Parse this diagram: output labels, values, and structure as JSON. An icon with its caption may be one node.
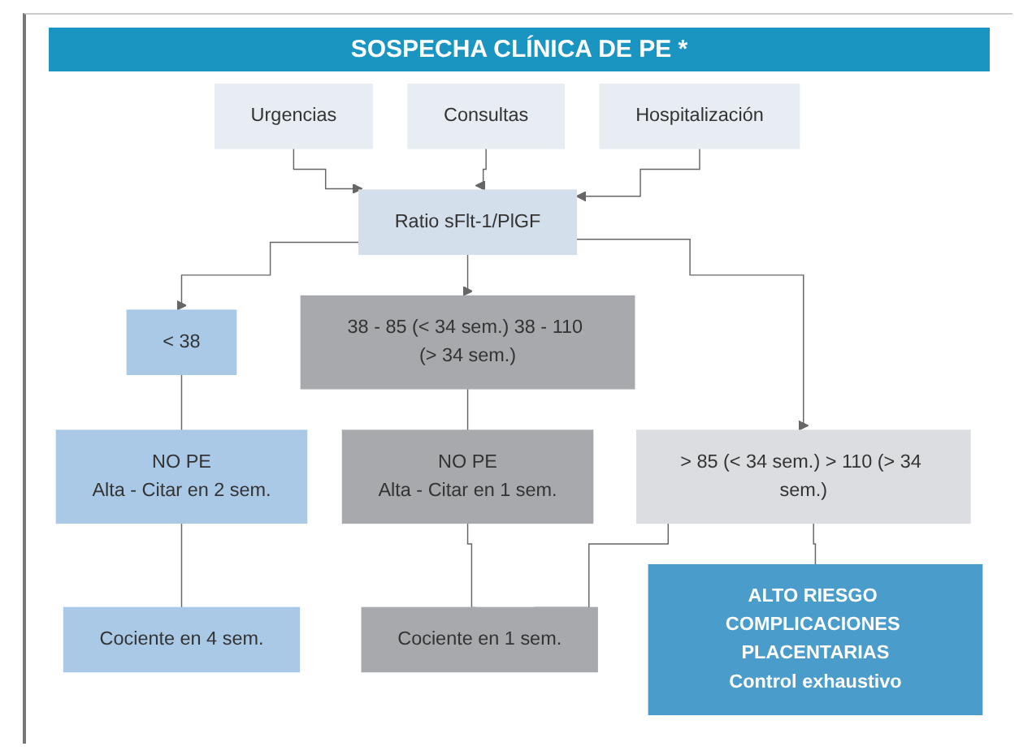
{
  "diagram": {
    "title": "SOSPECHA CLÍNICA DE PE *",
    "nodes": [
      {
        "text": [
          "Urgencias"
        ]
      },
      {
        "text": [
          "Consultas"
        ]
      },
      {
        "text": [
          "Hospitalización"
        ]
      },
      {
        "text": [
          "Ratio sFlt-1/PlGF"
        ]
      },
      {
        "text": [
          "< 38"
        ]
      },
      {
        "text": [
          "38 - 85 (< 34 sem.) 38 - 110 (> 34 sem.)"
        ]
      },
      {
        "text": [
          "> 85 (< 34 sem.) > 110 (> 34 sem.)"
        ]
      },
      {
        "text": [
          "NO PE",
          "Alta - Citar en 2 sem."
        ]
      },
      {
        "text": [
          "NO PE",
          "Alta - Citar en 1 sem."
        ]
      },
      {
        "text": [
          "ALTO RIESGO COMPLICACIONES PLACENTARIAS",
          "Control exhaustivo"
        ]
      },
      {
        "text": [
          "Cociente en 4 sem."
        ]
      },
      {
        "text": [
          "Cociente en 1 sem."
        ]
      }
    ],
    "edges": [
      {
        "from": 0,
        "to": 3,
        "arrow": "to"
      },
      {
        "from": 1,
        "to": 3,
        "arrow": "to"
      },
      {
        "from": 2,
        "to": 3,
        "arrow": "to"
      },
      {
        "from": 3,
        "to": 4,
        "arrow": "to"
      },
      {
        "from": 3,
        "to": 5,
        "arrow": "to"
      },
      {
        "from": 3,
        "to": 6,
        "arrow": "to"
      },
      {
        "from": 4,
        "to": 7,
        "arrow": "none"
      },
      {
        "from": 5,
        "to": 8,
        "arrow": "none"
      },
      {
        "from": 6,
        "to": 9,
        "arrow": "none"
      },
      {
        "from": 7,
        "to": 10,
        "arrow": "none"
      },
      {
        "from": 8,
        "to": 11,
        "arrow": "none"
      },
      {
        "from": 6,
        "to": 11,
        "arrow": "none"
      }
    ]
  }
}
